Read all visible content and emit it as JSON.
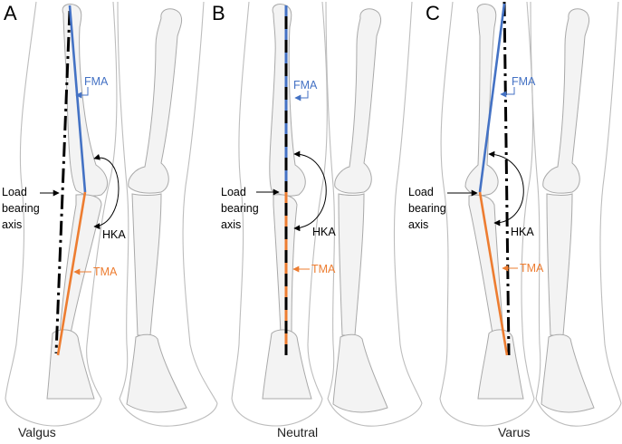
{
  "colors": {
    "fma": "#4472c4",
    "tma": "#ed7d31",
    "load_axis": "#000000",
    "text": "#222222",
    "skin_outline": "#bdbdbd",
    "bone_fill": "#f3f3f3",
    "bone_stroke": "#a9a9a9"
  },
  "panels": [
    {
      "letter": "A",
      "caption": "Valgus",
      "labels": {
        "fma": "FMA",
        "tma": "TMA",
        "hka": "HKA",
        "load_line1": "Load",
        "load_line2": "bearing",
        "load_line3": "axis"
      }
    },
    {
      "letter": "B",
      "caption": "Neutral",
      "labels": {
        "fma": "FMA",
        "tma": "TMA",
        "hka": "HKA",
        "load_line1": "Load",
        "load_line2": "bearing",
        "load_line3": "axis"
      }
    },
    {
      "letter": "C",
      "caption": "Varus",
      "labels": {
        "fma": "FMA",
        "tma": "TMA",
        "hka": "HKA",
        "load_line1": "Load",
        "load_line2": "bearing",
        "load_line3": "axis"
      }
    }
  ]
}
